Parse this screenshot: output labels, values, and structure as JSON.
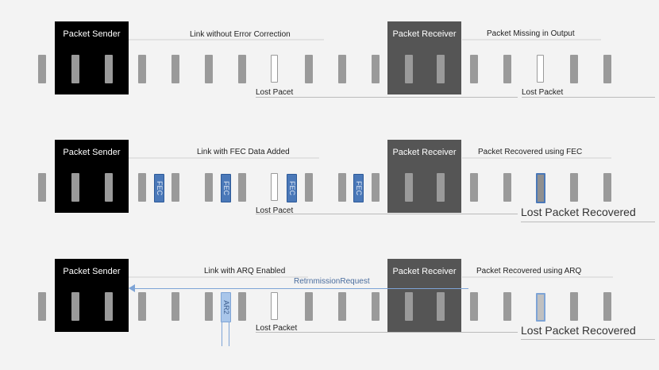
{
  "rows": [
    {
      "sender_label": "Packet Sender",
      "receiver_label": "Packet Receiver",
      "link_label": "Link without Error Correction",
      "output_label": "Packet Missing in Output",
      "lost_label_1": "Lost Pacet",
      "lost_label_2": "Lost Packet"
    },
    {
      "sender_label": "Packet Sender",
      "receiver_label": "Packet Receiver",
      "link_label": "Link with FEC Data Added",
      "output_label": "Packet Recovered using FEC",
      "lost_label_1": "Lost Pacet",
      "recovered_label": "Lost Packet Recovered",
      "fec_tag": "FEC"
    },
    {
      "sender_label": "Packet Sender",
      "receiver_label": "Packet Receiver",
      "link_label": "Link with ARQ Enabled",
      "output_label": "Packet Recovered using ARQ",
      "lost_label_1": "Lost Packet",
      "recovered_label": "Lost Packet Recovered",
      "retransmission_label": "RetrnmissionRequest",
      "arq_tag": "AR2"
    }
  ],
  "colors": {
    "sender": "#000000",
    "receiver": "#555555",
    "packet": "#9a9a9a",
    "fec": "#4a78b8",
    "arq": "#a9c6ea"
  }
}
